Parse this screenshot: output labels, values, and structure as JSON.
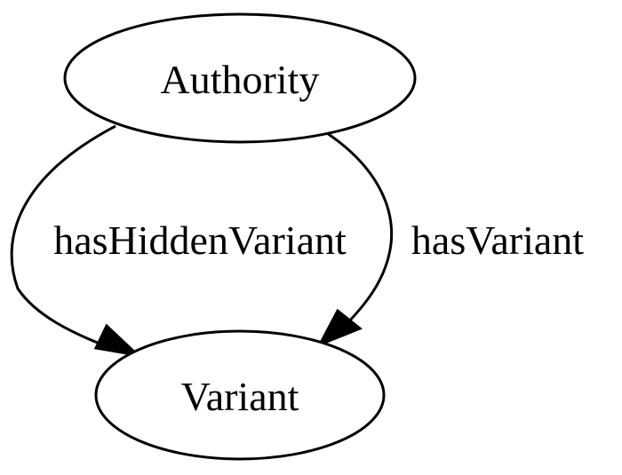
{
  "diagram": {
    "nodes": {
      "authority": {
        "label": "Authority"
      },
      "variant": {
        "label": "Variant"
      }
    },
    "edges": {
      "has_hidden_variant": {
        "label": "hasHiddenVariant"
      },
      "has_variant": {
        "label": "hasVariant"
      }
    },
    "colors": {
      "stroke": "#000000",
      "background": "#ffffff"
    }
  }
}
